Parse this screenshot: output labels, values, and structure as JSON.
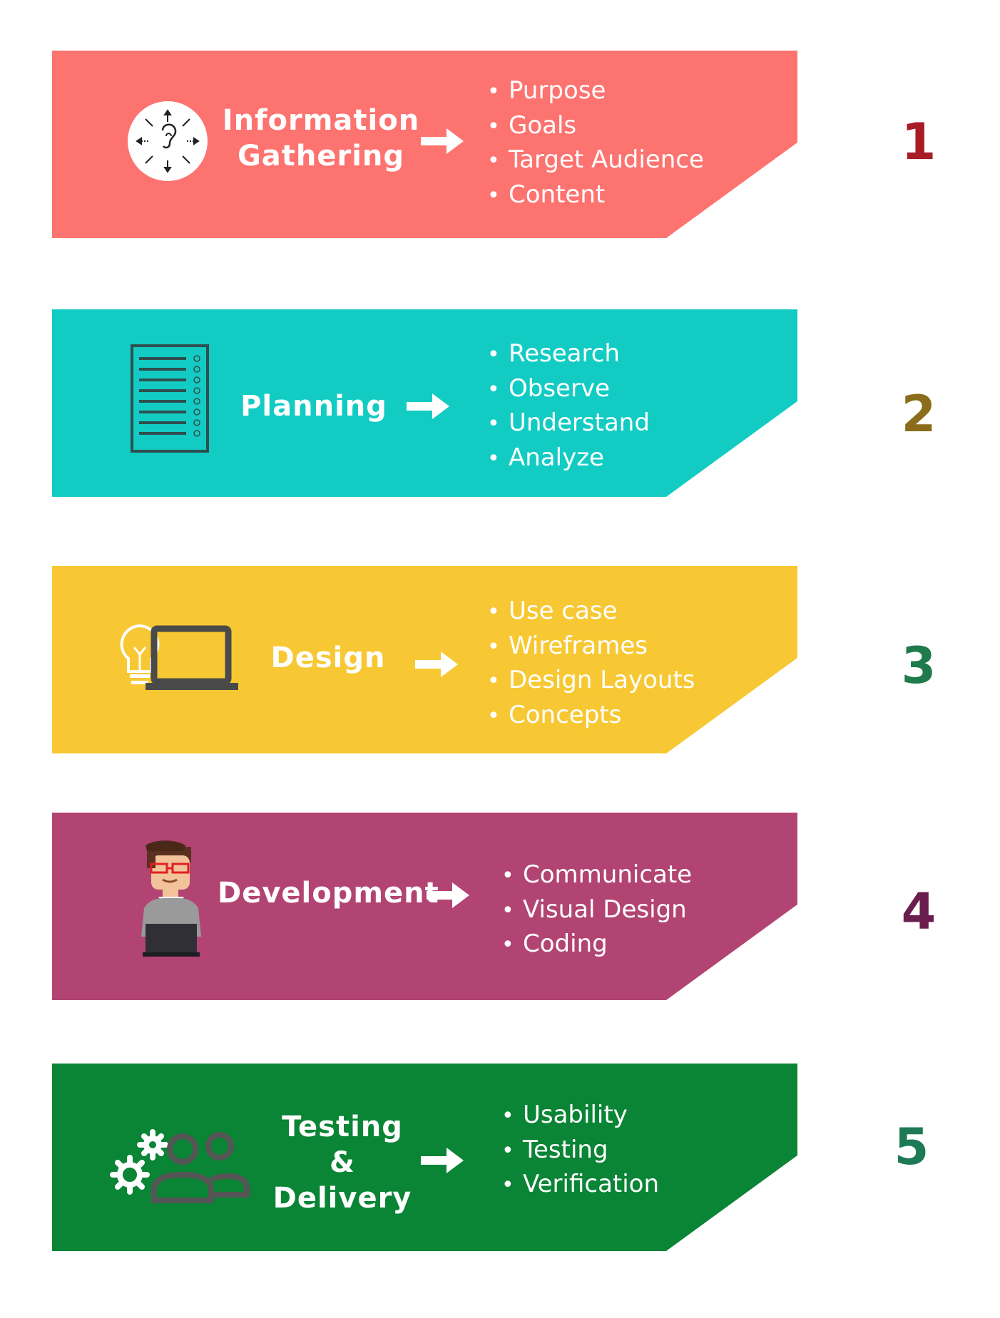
{
  "colors": {
    "band1": "#FD7370",
    "band2": "#12CCC3",
    "band3": "#F7C833",
    "band4": "#B24473",
    "band5": "#0A8435",
    "num1": "#A81C25",
    "num2": "#8B6C1A",
    "num3": "#1F7A4C",
    "num4": "#6A1E4E",
    "num5": "#1C7A55"
  },
  "steps": [
    {
      "icon": "ear-listening-icon",
      "title_lines": [
        "Information",
        "Gathering"
      ],
      "bullets": [
        "Purpose",
        "Goals",
        "Target Audience",
        "Content"
      ],
      "number": "1"
    },
    {
      "icon": "checklist-icon",
      "title_lines": [
        "Planning"
      ],
      "bullets": [
        "Research",
        "Observe",
        "Understand",
        "Analyze"
      ],
      "number": "2"
    },
    {
      "icon": "lightbulb-laptop-icon",
      "title_lines": [
        "Design"
      ],
      "bullets": [
        "Use case",
        "Wireframes",
        "Design Layouts",
        "Concepts"
      ],
      "number": "3"
    },
    {
      "icon": "developer-avatar-icon",
      "title_lines": [
        "Development"
      ],
      "bullets": [
        "Communicate",
        "Visual Design",
        "Coding"
      ],
      "number": "4"
    },
    {
      "icon": "gears-team-icon",
      "title_lines": [
        "Testing",
        "&",
        "Delivery"
      ],
      "bullets": [
        "Usability",
        "Testing",
        "Verification"
      ],
      "number": "5"
    }
  ]
}
